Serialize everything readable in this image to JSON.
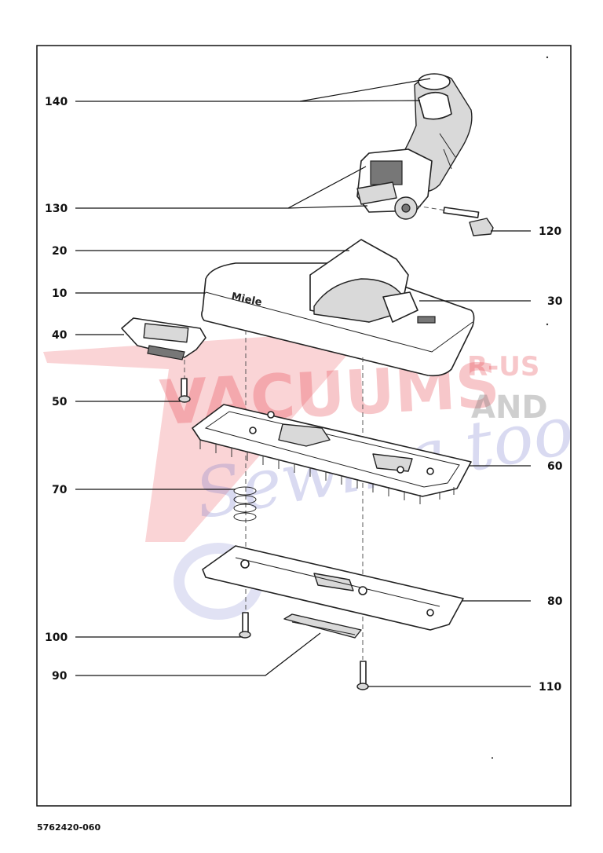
{
  "document_number": "5762420-060",
  "brand_mark": "Miele",
  "watermark": {
    "line1": "VACUUMS",
    "line2a": "R-US",
    "line2b": "AND",
    "line3": "Sewing too"
  },
  "callouts": [
    {
      "id": "c140",
      "label": "140"
    },
    {
      "id": "c130",
      "label": "130"
    },
    {
      "id": "c120",
      "label": "120"
    },
    {
      "id": "c20",
      "label": "20"
    },
    {
      "id": "c10",
      "label": "10"
    },
    {
      "id": "c30",
      "label": "30"
    },
    {
      "id": "c40",
      "label": "40"
    },
    {
      "id": "c50",
      "label": "50"
    },
    {
      "id": "c60",
      "label": "60"
    },
    {
      "id": "c70",
      "label": "70"
    },
    {
      "id": "c80",
      "label": "80"
    },
    {
      "id": "c100",
      "label": "100"
    },
    {
      "id": "c90",
      "label": "90"
    },
    {
      "id": "c110",
      "label": "110"
    }
  ]
}
